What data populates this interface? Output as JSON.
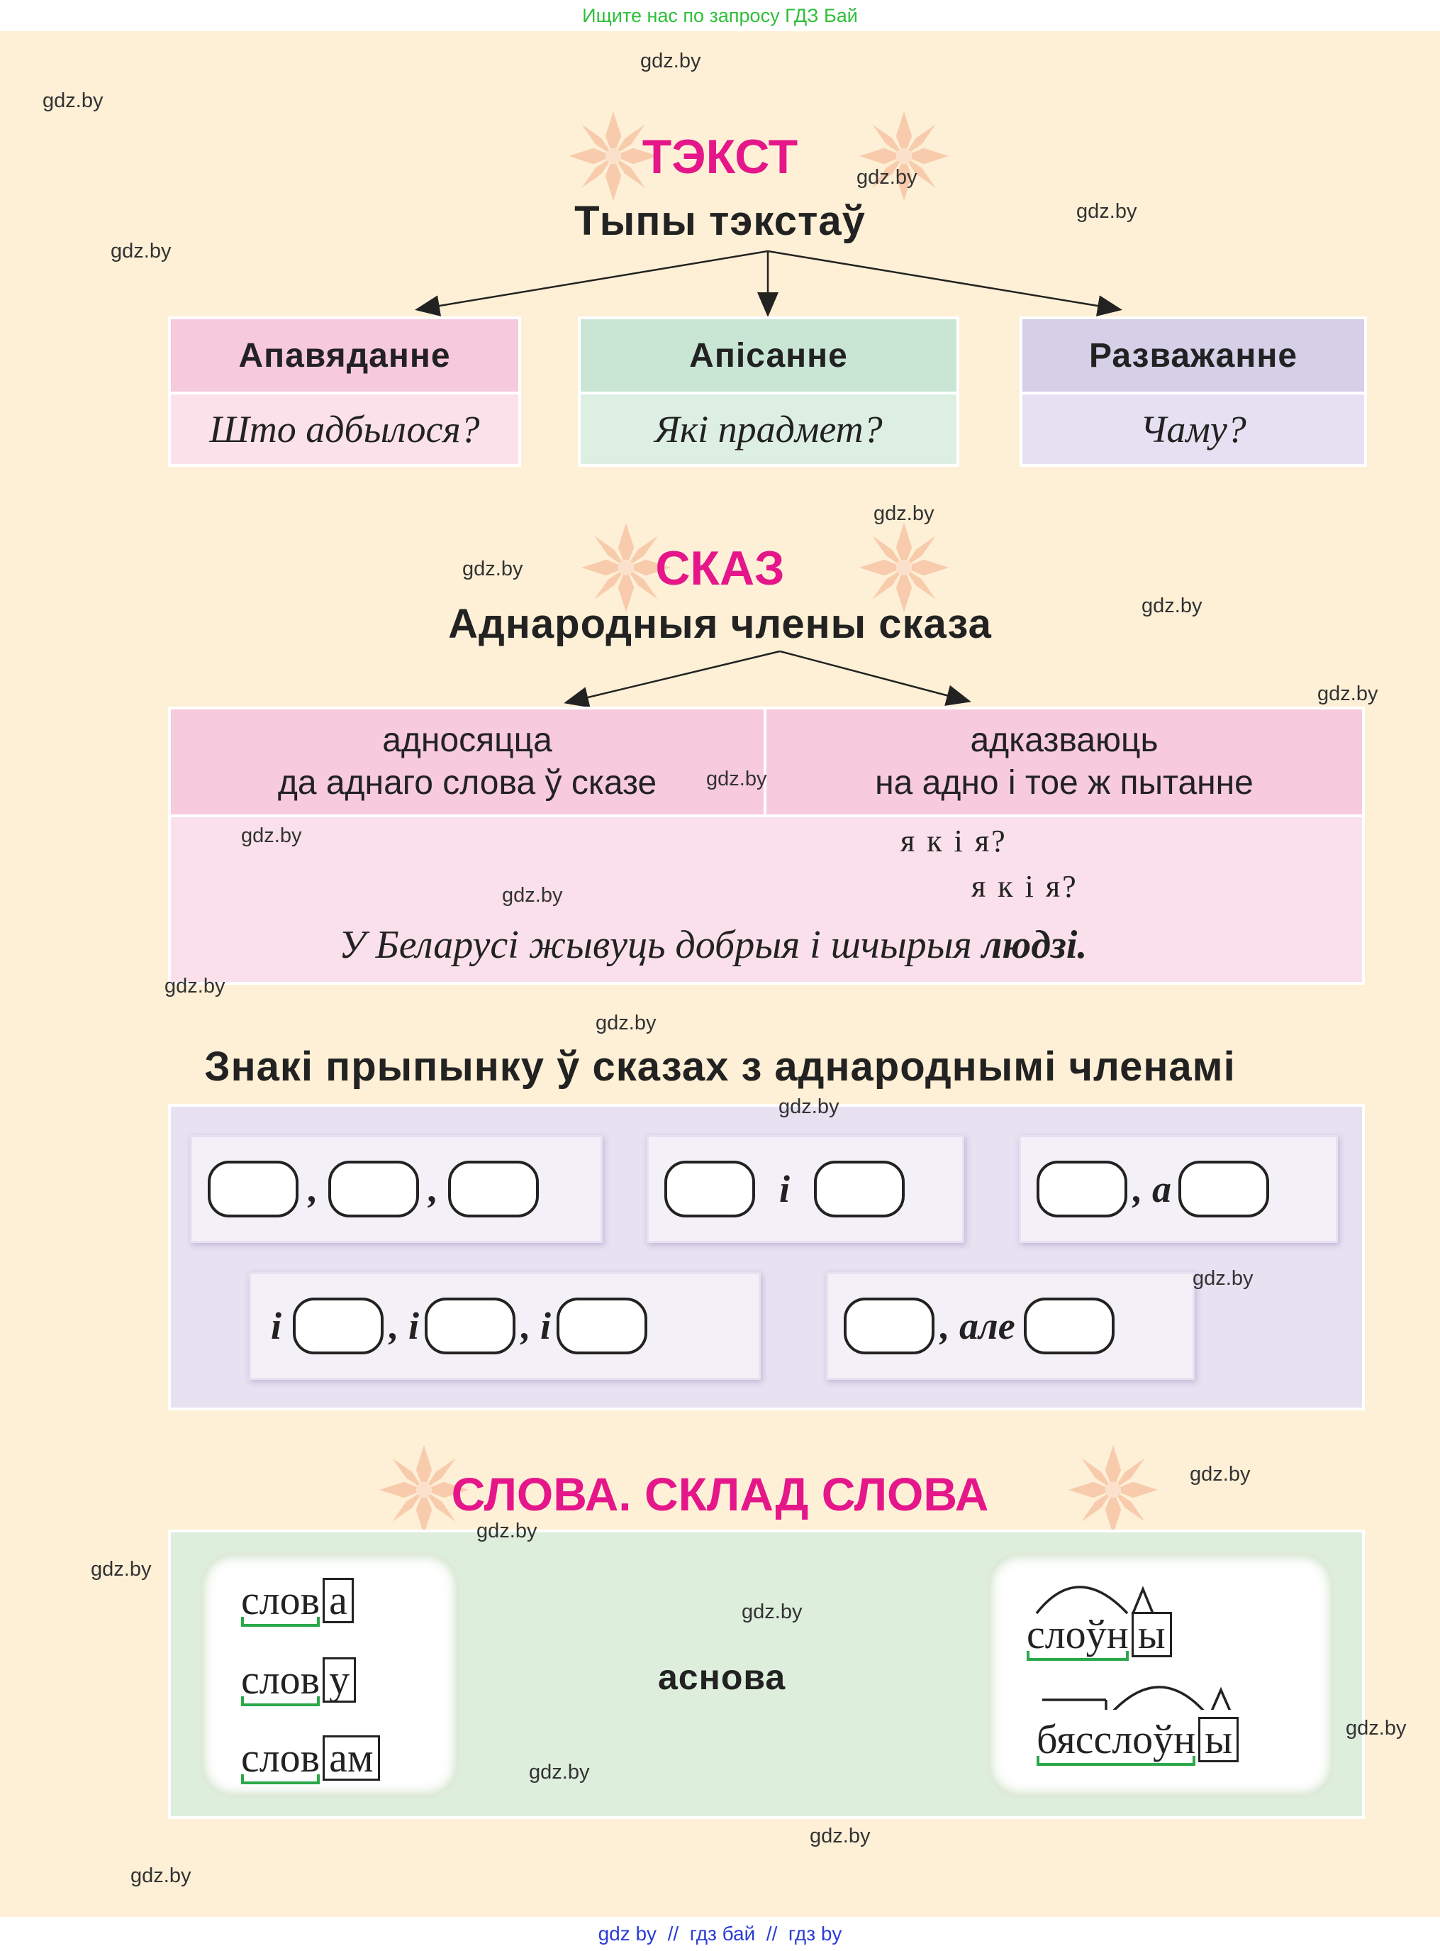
{
  "banner": "Ищите нас по запросу ГДЗ Бай",
  "footer": "gdz by  //  гдз бай  //  гдз by",
  "watermark": "gdz.by",
  "section_text": {
    "title": "ТЭКСТ",
    "subtitle": "Тыпы тэкстаў",
    "types": [
      {
        "name": "Апавяданне",
        "question": "Што адбылося?",
        "head_color": "#f7c9dd",
        "body_color": "#fbe1ea"
      },
      {
        "name": "Апісанне",
        "question": "Які прадмет?",
        "head_color": "#c9e6d5",
        "body_color": "#ddefe2"
      },
      {
        "name": "Разважанне",
        "question": "Чаму?",
        "head_color": "#d5cfe8",
        "body_color": "#e6e1f2"
      }
    ]
  },
  "section_sentence": {
    "title": "СКАЗ",
    "subtitle": "Аднародныя члены сказа",
    "features": [
      "адносяцца\nда аднаго слова ў сказе",
      "адказваюць\nна адно і тое ж пытанне"
    ],
    "question_upper": "я к і я?",
    "question_lower": "я к і я?",
    "example_start": "У Беларусі жывуць добрыя і шчырыя ",
    "example_bold": "людзі."
  },
  "section_punct": {
    "title": "Знакі прыпынку ў сказах з аднароднымі членамі",
    "comma": ",",
    "i": "і",
    "a": "а",
    "ale": "але"
  },
  "section_word": {
    "title": "СЛОВА. СКЛАД СЛОВА",
    "center_label": "аснова",
    "left_words": [
      {
        "stem": "слов",
        "ending": "а"
      },
      {
        "stem": "слов",
        "ending": "у"
      },
      {
        "stem": "слов",
        "ending": "ам"
      }
    ],
    "right_words": [
      {
        "stem": "слоўн",
        "ending": "ы"
      },
      {
        "stem": "бясслоўн",
        "ending": "ы"
      }
    ]
  }
}
